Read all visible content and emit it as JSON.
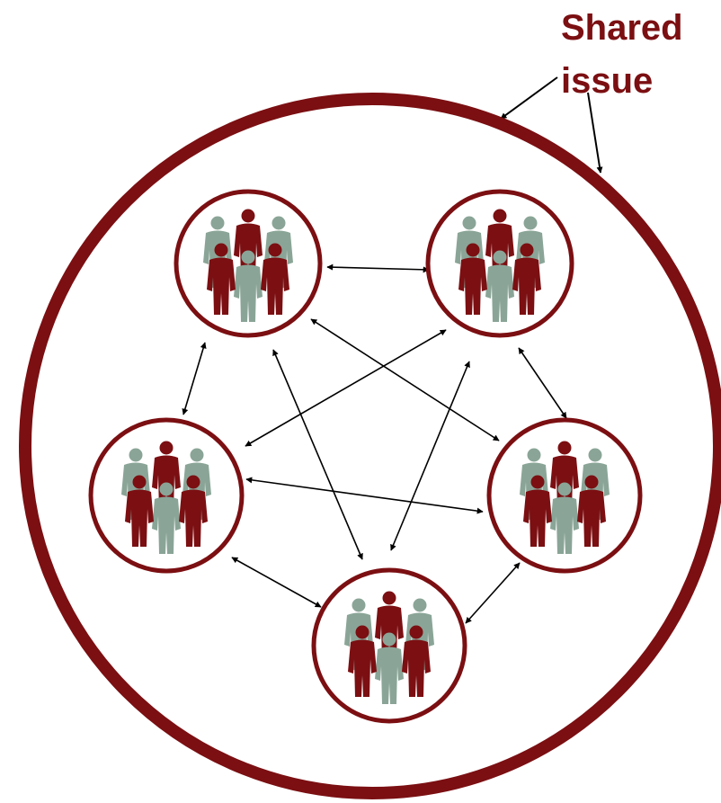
{
  "label": {
    "line1": "Shared",
    "line2": "issue"
  },
  "colors": {
    "maroon": "#7b0f12",
    "sage": "#8aa597",
    "arrow": "#000000"
  },
  "groups": [
    {
      "name": "group-top-left"
    },
    {
      "name": "group-top-right"
    },
    {
      "name": "group-left"
    },
    {
      "name": "group-right"
    },
    {
      "name": "group-bottom"
    }
  ],
  "icons": {
    "group": "people-group-icon"
  }
}
